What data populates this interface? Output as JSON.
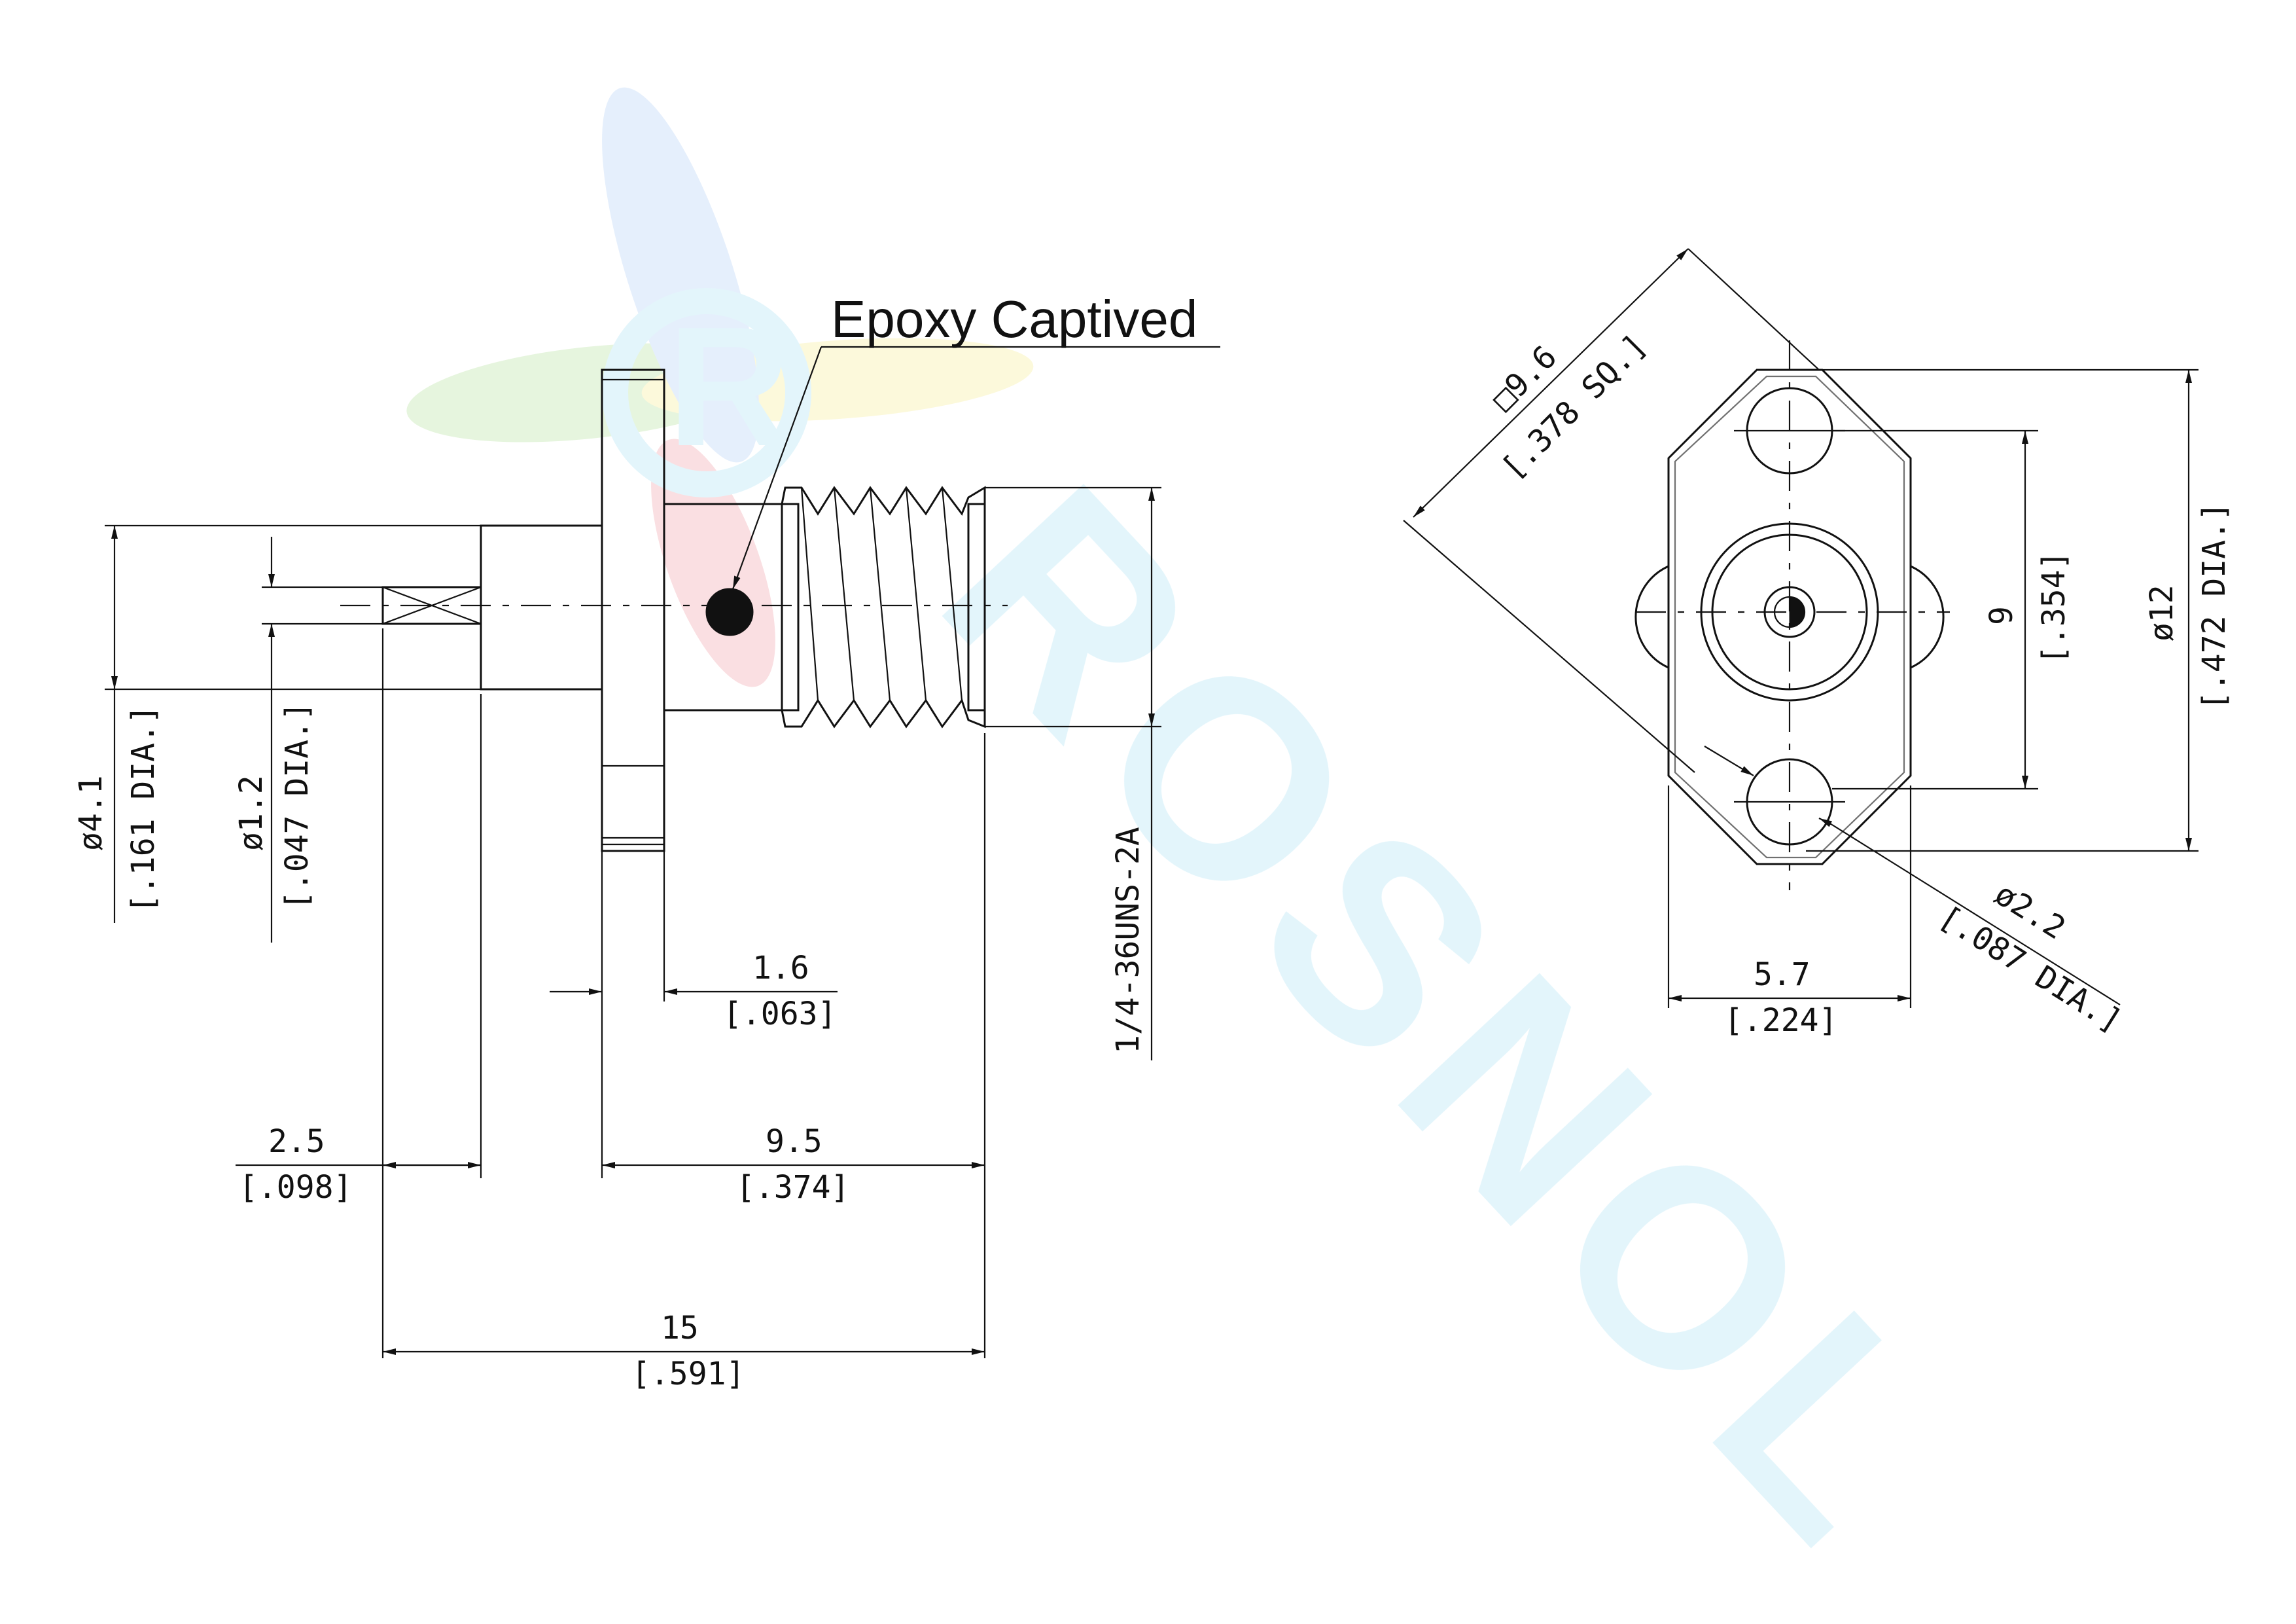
{
  "watermark": {
    "logo_letter": "R",
    "brand_text": "ROSNOL",
    "colors": {
      "blue": "#8ab4f0",
      "green": "#8fd26a",
      "yellow": "#f2e15c",
      "red": "#e8707a",
      "cyan": "#7fd3ee"
    }
  },
  "side_view": {
    "epoxy_note": "Epoxy Captived",
    "dims": {
      "body_dia": {
        "value": "ø4.1",
        "inch": "[.161 DIA.]"
      },
      "pin_dia": {
        "value": "ø1.2",
        "inch": "[.047 DIA.]"
      },
      "thread": {
        "value": "1/4-36UNS-2A"
      },
      "flange_thk": {
        "value": "1.6",
        "inch": "[.063]"
      },
      "pin_len": {
        "value": "2.5",
        "inch": "[.098]"
      },
      "body_len": {
        "value": "9.5",
        "inch": "[.374]"
      },
      "overall_len": {
        "value": "15",
        "inch": "[.591]"
      }
    }
  },
  "front_view": {
    "dims": {
      "square": {
        "value": "□9.6",
        "inch": "[.378 SQ.]"
      },
      "hole_spacing": {
        "value": "9",
        "inch": "[.354]"
      },
      "flange_dia": {
        "value": "ø12",
        "inch": "[.472 DIA.]"
      },
      "hole_dia": {
        "value": "ø2.2",
        "inch": "[.087 DIA.]"
      },
      "width": {
        "value": "5.7",
        "inch": "[.224]"
      }
    }
  }
}
